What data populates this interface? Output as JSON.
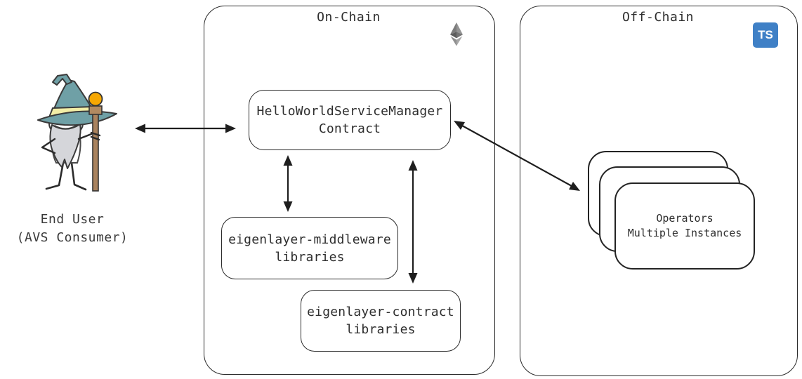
{
  "end_user": {
    "line1": "End User",
    "line2": "(AVS Consumer)",
    "figure": "wizard-character"
  },
  "on_chain": {
    "title": "On-Chain",
    "chain_icon": "ethereum-icon",
    "boxes": {
      "service_manager": {
        "line1": "HelloWorldServiceManager",
        "line2": "Contract"
      },
      "middleware": {
        "line1": "eigenlayer-middleware",
        "line2": "libraries"
      },
      "contracts": {
        "line1": "eigenlayer-contract",
        "line2": "libraries"
      }
    }
  },
  "off_chain": {
    "title": "Off-Chain",
    "lang_icon": "typescript-icon",
    "lang_icon_text": "TS",
    "operators": {
      "line1": "Operators",
      "line2": "Multiple Instances"
    }
  },
  "connections": [
    {
      "from": "end-user",
      "to": "service-manager-contract",
      "type": "bidirectional"
    },
    {
      "from": "service-manager-contract",
      "to": "eigenlayer-middleware-libraries",
      "type": "bidirectional"
    },
    {
      "from": "service-manager-contract",
      "to": "eigenlayer-contract-libraries",
      "type": "bidirectional"
    },
    {
      "from": "service-manager-contract",
      "to": "operators-multiple-instances",
      "type": "bidirectional"
    }
  ],
  "colors": {
    "line": "#2b2b2b",
    "typescript_blue": "#3f80c6",
    "wizard_hat_teal": "#6fa0a6",
    "wizard_band_yellow": "#f2eda6",
    "staff_brown": "#aa835e",
    "orb_orange": "#f6a702",
    "beard_gray": "#d5d6da",
    "ethereum_gray": "#828282"
  }
}
